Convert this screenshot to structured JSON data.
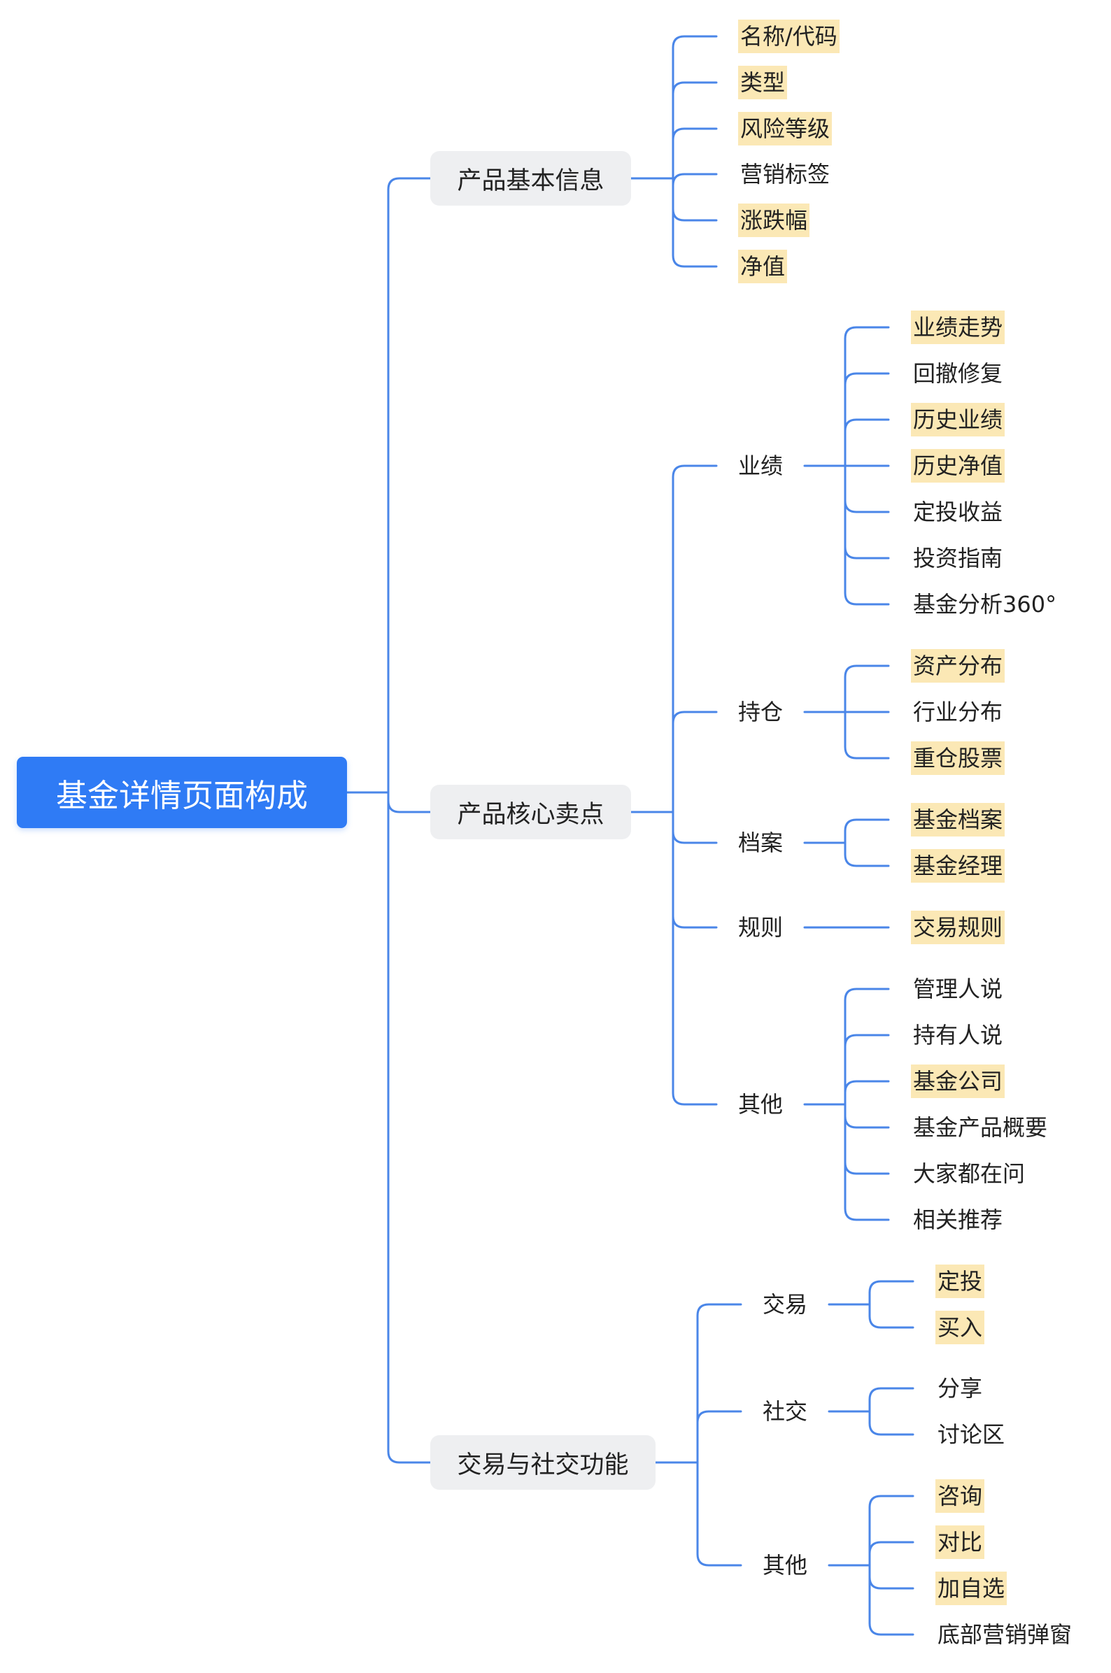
{
  "root": {
    "label": "基金详情页面构成"
  },
  "branches": [
    {
      "label": "产品基本信息",
      "leaves": [
        {
          "label": "名称/代码",
          "highlight": true
        },
        {
          "label": "类型",
          "highlight": true
        },
        {
          "label": "风险等级",
          "highlight": true
        },
        {
          "label": "营销标签",
          "highlight": false
        },
        {
          "label": "涨跌幅",
          "highlight": true
        },
        {
          "label": "净值",
          "highlight": true
        }
      ]
    },
    {
      "label": "产品核心卖点",
      "groups": [
        {
          "label": "业绩",
          "leaves": [
            {
              "label": "业绩走势",
              "highlight": true
            },
            {
              "label": "回撤修复",
              "highlight": false
            },
            {
              "label": "历史业绩",
              "highlight": true
            },
            {
              "label": "历史净值",
              "highlight": true
            },
            {
              "label": "定投收益",
              "highlight": false
            },
            {
              "label": "投资指南",
              "highlight": false
            },
            {
              "label": "基金分析360°",
              "highlight": false
            }
          ]
        },
        {
          "label": "持仓",
          "leaves": [
            {
              "label": "资产分布",
              "highlight": true
            },
            {
              "label": "行业分布",
              "highlight": false
            },
            {
              "label": "重仓股票",
              "highlight": true
            }
          ]
        },
        {
          "label": "档案",
          "leaves": [
            {
              "label": "基金档案",
              "highlight": true
            },
            {
              "label": "基金经理",
              "highlight": true
            }
          ]
        },
        {
          "label": "规则",
          "leaves": [
            {
              "label": "交易规则",
              "highlight": true
            }
          ]
        },
        {
          "label": "其他",
          "leaves": [
            {
              "label": "管理人说",
              "highlight": false
            },
            {
              "label": "持有人说",
              "highlight": false
            },
            {
              "label": "基金公司",
              "highlight": true
            },
            {
              "label": "基金产品概要",
              "highlight": false
            },
            {
              "label": "大家都在问",
              "highlight": false
            },
            {
              "label": "相关推荐",
              "highlight": false
            }
          ]
        }
      ]
    },
    {
      "label": "交易与社交功能",
      "groups": [
        {
          "label": "交易",
          "leaves": [
            {
              "label": "定投",
              "highlight": true
            },
            {
              "label": "买入",
              "highlight": true
            }
          ]
        },
        {
          "label": "社交",
          "leaves": [
            {
              "label": "分享",
              "highlight": false
            },
            {
              "label": "讨论区",
              "highlight": false
            }
          ]
        },
        {
          "label": "其他",
          "leaves": [
            {
              "label": "咨询",
              "highlight": true
            },
            {
              "label": "对比",
              "highlight": true
            },
            {
              "label": "加自选",
              "highlight": true
            },
            {
              "label": "底部营销弹窗",
              "highlight": false
            }
          ]
        }
      ]
    }
  ],
  "colors": {
    "connector": "#4a86e8",
    "root_fill": "#2f7bf5",
    "branch_fill": "#eeeff1",
    "highlight_fill": "#fbe8b5"
  }
}
